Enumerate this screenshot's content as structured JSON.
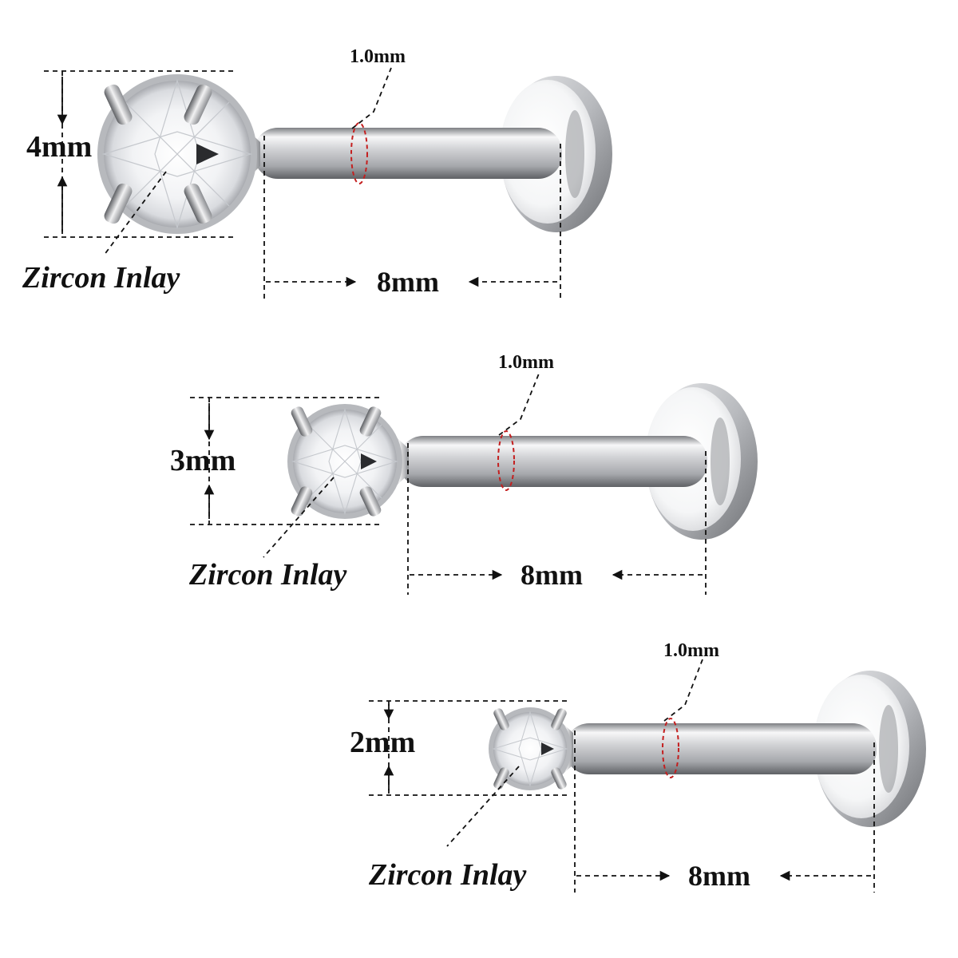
{
  "colors": {
    "steel_light": "#f4f4f5",
    "steel_mid": "#c9cacd",
    "steel_dark": "#6b6d71",
    "line": "#111111",
    "ring": "#c41f1f",
    "background": "#ffffff"
  },
  "items": [
    {
      "gem_size": "4mm",
      "shaft_diameter": "1.0mm",
      "length": "8mm",
      "gem_label": "Zircon Inlay"
    },
    {
      "gem_size": "3mm",
      "shaft_diameter": "1.0mm",
      "length": "8mm",
      "gem_label": "Zircon Inlay"
    },
    {
      "gem_size": "2mm",
      "shaft_diameter": "1.0mm",
      "length": "8mm",
      "gem_label": "Zircon Inlay"
    }
  ]
}
